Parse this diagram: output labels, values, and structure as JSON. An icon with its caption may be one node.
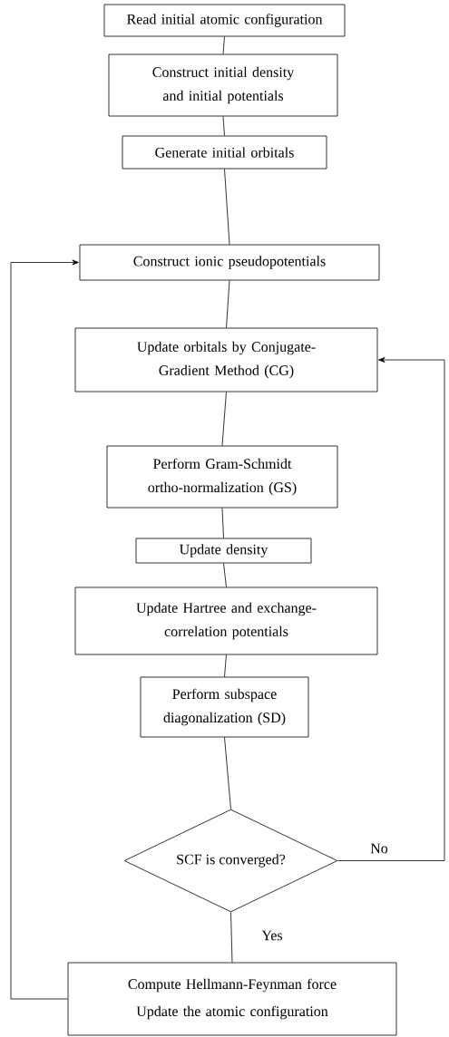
{
  "diagram": {
    "nodes": [
      {
        "text": [
          "Read initial atomic configuration"
        ]
      },
      {
        "text": [
          "Construct initial density and initial potentials"
        ]
      },
      {
        "text": [
          "Generate initial orbitals"
        ]
      },
      {
        "text": [
          "Construct ionic pseudopotentials"
        ]
      },
      {
        "text": [
          "Update orbitals by Conjugate-Gradient Method (CG)"
        ]
      },
      {
        "text": [
          "Perform Gram-Schmidt ortho-normalization (GS)"
        ]
      },
      {
        "text": [
          "Update density"
        ]
      },
      {
        "text": [
          "Update Hartree and exchange-correlation potentials"
        ]
      },
      {
        "text": [
          "Perform subspace diagonalization (SD)"
        ]
      },
      {
        "text": [
          "SCF is converged?"
        ]
      },
      {
        "text": [
          "Compute Hellmann-Feynman force",
          "Update the atomic configuration"
        ]
      }
    ],
    "edges": [
      {
        "from": 0,
        "to": 1,
        "arrow": "none"
      },
      {
        "from": 1,
        "to": 2,
        "arrow": "none"
      },
      {
        "from": 2,
        "to": 3,
        "arrow": "none"
      },
      {
        "from": 3,
        "to": 4,
        "arrow": "none"
      },
      {
        "from": 4,
        "to": 5,
        "arrow": "none"
      },
      {
        "from": 5,
        "to": 6,
        "arrow": "none"
      },
      {
        "from": 6,
        "to": 7,
        "arrow": "none"
      },
      {
        "from": 7,
        "to": 8,
        "arrow": "none"
      },
      {
        "from": 8,
        "to": 9,
        "arrow": "none"
      },
      {
        "from": 9,
        "to": 10,
        "arrow": "none",
        "label": "Yes"
      },
      {
        "from": 9,
        "to": 4,
        "arrow": "to",
        "label": "No"
      },
      {
        "from": 10,
        "to": 3,
        "arrow": "to"
      }
    ]
  }
}
